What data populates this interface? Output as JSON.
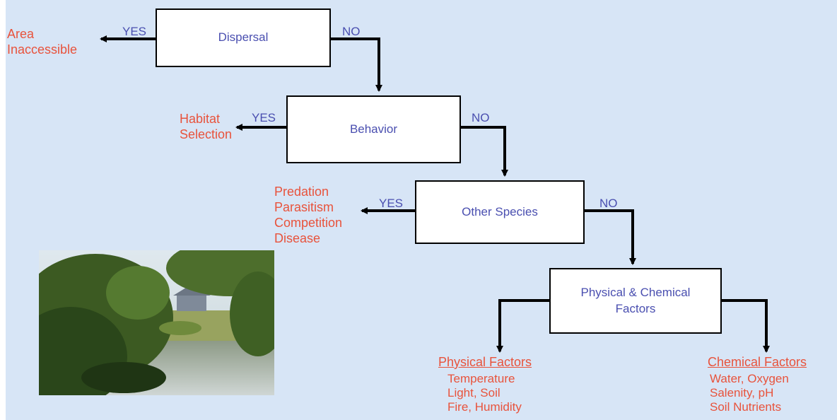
{
  "diagram": {
    "nodes": {
      "dispersal": "Dispersal",
      "behavior": "Behavior",
      "other_species": "Other Species",
      "physical_chemical": "Physical & Chemical\nFactors"
    },
    "yes_label": "YES",
    "no_label": "NO",
    "outcomes": {
      "area": "Area\nInaccessible",
      "habitat": "Habitat\nSelection",
      "species": "Predation\nParasitism\nCompetition\nDisease"
    },
    "physical_factors": {
      "heading": "Physical Factors",
      "items": "Temperature\nLight, Soil\nFire, Humidity"
    },
    "chemical_factors": {
      "heading": "Chemical Factors",
      "items": "Water, Oxygen\nSalenity, pH\nSoil Nutrients"
    }
  },
  "colors": {
    "background": "#d7e5f6",
    "node_text": "#4a4fb0",
    "outcome_text": "#e8533c",
    "arrow": "#000000"
  },
  "photo": {
    "icon": "pond-landscape-photo"
  }
}
